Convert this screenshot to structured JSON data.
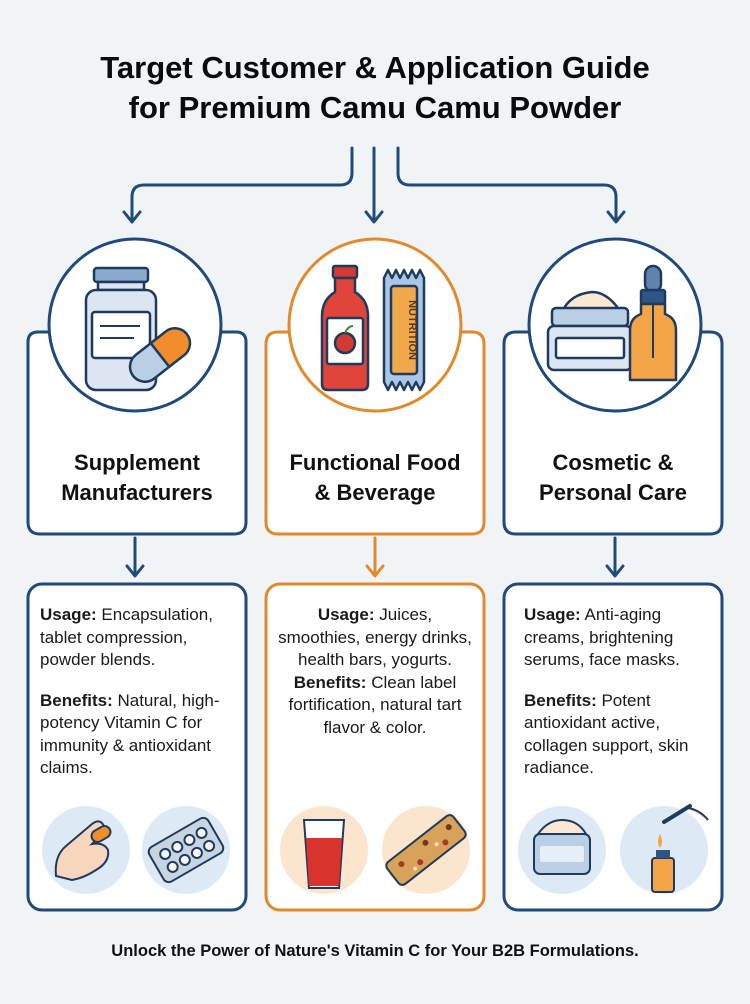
{
  "title": {
    "line1": "Target Customer & Application Guide",
    "line2": "for Premium Camu Camu Powder"
  },
  "colors": {
    "navy": "#1f4a7a",
    "orange": "#e08a2c",
    "background": "#f1f4f7"
  },
  "columns": [
    {
      "title_line1": "Supplement",
      "title_line2": "Manufacturers",
      "usage_label": "Usage:",
      "usage_text": "Encapsulation, tablet compression, powder blends.",
      "benefits_label": "Benefits:",
      "benefits_text": "Natural, high-potency Vitamin C for immunity & antioxidant claims.",
      "icons": [
        "supplement-bottle-capsule-icon",
        "hand-pill-icon",
        "tablet-blister-icon"
      ]
    },
    {
      "title_line1": "Functional Food",
      "title_line2": "& Beverage",
      "usage_label": "Usage:",
      "usage_text": "Juices, smoothies, energy drinks, health bars, yogurts.",
      "benefits_label": "Benefits:",
      "benefits_text": "Clean label fortification, natural tart flavor & color.",
      "bar_wrapper_text": "NUTRITION",
      "icons": [
        "juice-bottle-nutrition-bar-icon",
        "juice-glass-icon",
        "granola-bar-icon"
      ]
    },
    {
      "title_line1": "Cosmetic &",
      "title_line2": "Personal Care",
      "usage_label": "Usage:",
      "usage_text": "Anti-aging creams, brightening serums, face masks.",
      "benefits_label": "Benefits:",
      "benefits_text": "Potent antioxidant active, collagen support, skin radiance.",
      "icons": [
        "cream-jar-serum-dropper-icon",
        "cream-jar-icon",
        "dropper-serum-icon"
      ]
    }
  ],
  "footer": "Unlock the Power of Nature's Vitamin C for Your B2B Formulations."
}
